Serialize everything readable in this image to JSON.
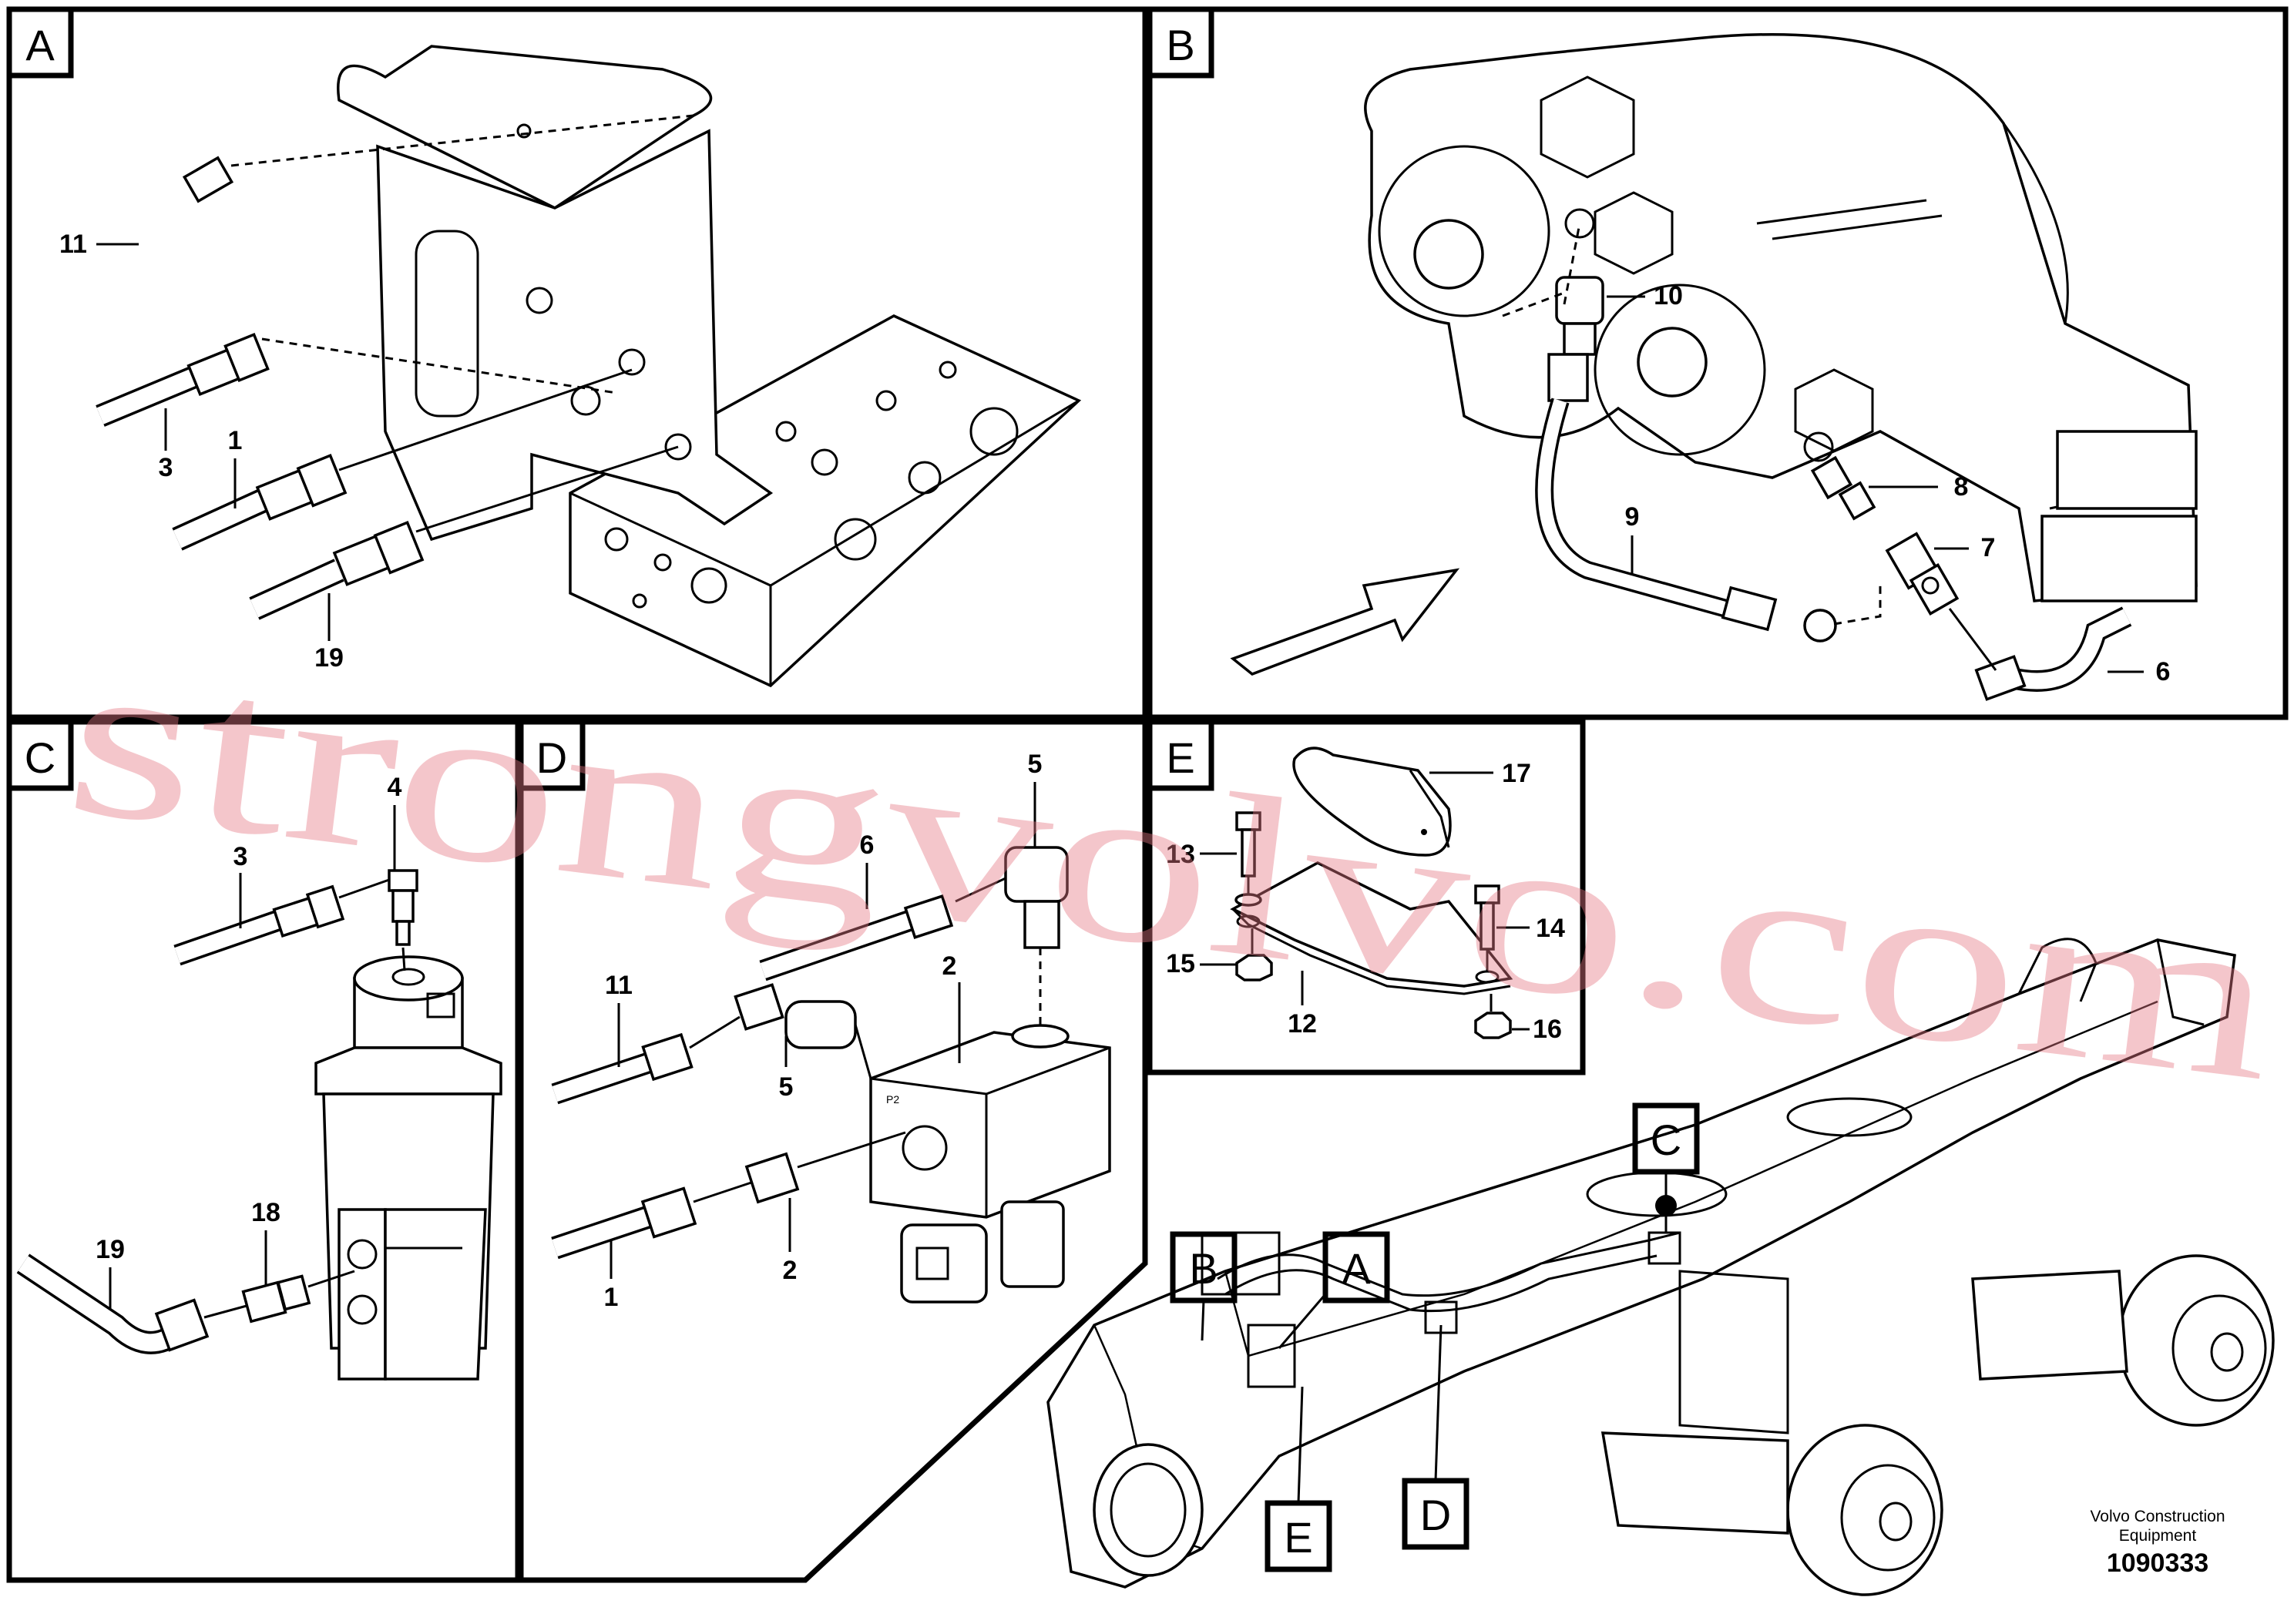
{
  "panels": {
    "A": {
      "letter": "A",
      "callouts": [
        "11",
        "3",
        "1",
        "19"
      ]
    },
    "B": {
      "letter": "B",
      "callouts": [
        "10",
        "8",
        "9",
        "7",
        "6"
      ]
    },
    "C": {
      "letter": "C",
      "callouts": [
        "4",
        "3",
        "19",
        "18"
      ]
    },
    "D": {
      "letter": "D",
      "callouts": [
        "5",
        "6",
        "2",
        "11",
        "5",
        "2",
        "1"
      ]
    },
    "E": {
      "letter": "E",
      "callouts": [
        "17",
        "13",
        "14",
        "15",
        "12",
        "16"
      ]
    }
  },
  "overview_labels": [
    "C",
    "B",
    "A",
    "E",
    "D"
  ],
  "watermark": "strongvolvo.com",
  "footer": {
    "brand_line1": "Volvo Construction",
    "brand_line2": "Equipment",
    "drawing_number": "1090333"
  }
}
